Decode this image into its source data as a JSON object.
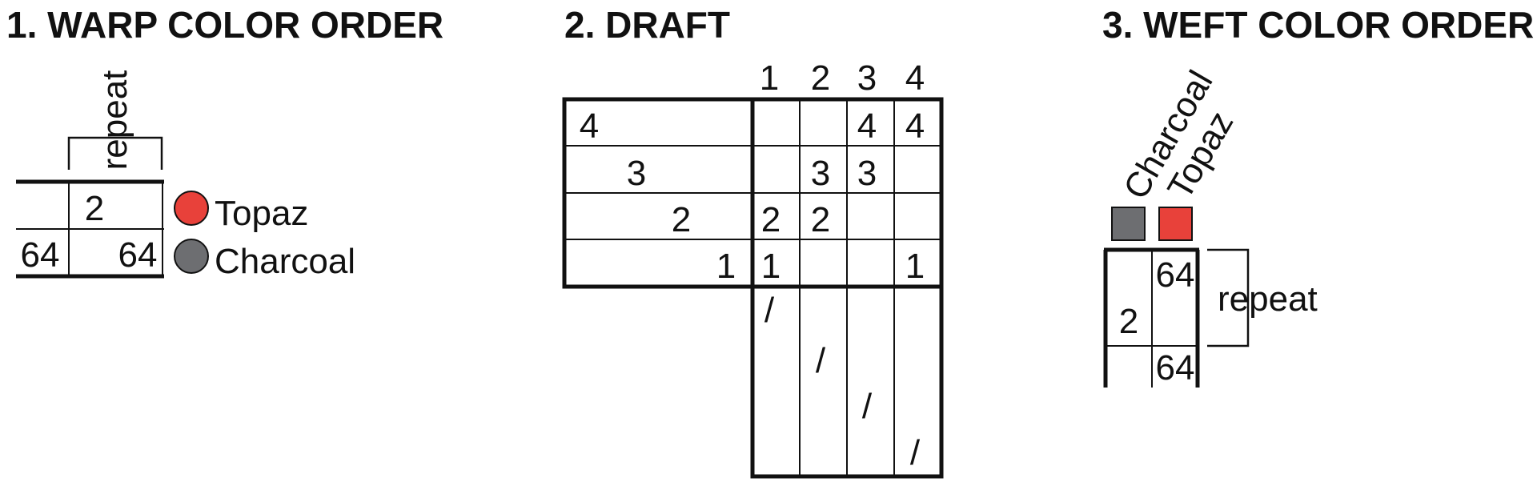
{
  "colors": {
    "topaz": "#E8413A",
    "charcoal": "#6D6E71",
    "ink": "#111111"
  },
  "section1": {
    "title": "1. WARP COLOR ORDER",
    "repeat_label": "repeat",
    "row_top": {
      "count_repeat": "2"
    },
    "row_bottom": {
      "count_left": "64",
      "count_repeat": "64"
    },
    "legend": [
      {
        "label": "Topaz",
        "color": "#E8413A"
      },
      {
        "label": "Charcoal",
        "color": "#6D6E71"
      }
    ]
  },
  "section2": {
    "title": "2. DRAFT",
    "column_headers": [
      "1",
      "2",
      "3",
      "4"
    ],
    "threading": [
      "4",
      "3",
      "2",
      "1"
    ],
    "tieup": [
      [
        "",
        "",
        "4",
        "4"
      ],
      [
        "",
        "3",
        "3",
        ""
      ],
      [
        "2",
        "2",
        "",
        ""
      ],
      [
        "1",
        "",
        "",
        "1"
      ]
    ],
    "treadling_mark": "/"
  },
  "section3": {
    "title": "3. WEFT COLOR ORDER",
    "color_labels": [
      {
        "label": "Charcoal",
        "color": "#6D6E71"
      },
      {
        "label": "Topaz",
        "color": "#E8413A"
      }
    ],
    "count_left": "2",
    "count_top": "64",
    "count_bottom": "64",
    "repeat_label": "repeat"
  }
}
